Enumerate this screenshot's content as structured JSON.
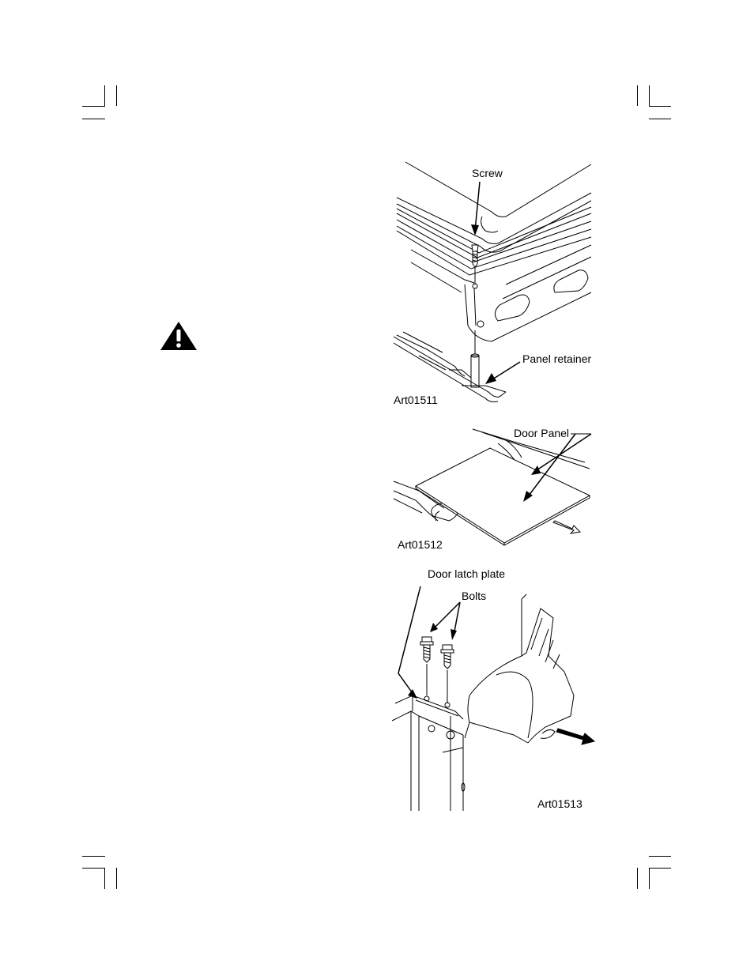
{
  "figures": {
    "fig1": {
      "screw_label": "Screw",
      "retainer_label": "Panel retainer",
      "art_id": "Art01511"
    },
    "fig2": {
      "door_panel_label": "Door Panel",
      "art_id": "Art01512"
    },
    "fig3": {
      "latch_label": "Door latch plate",
      "bolts_label": "Bolts",
      "art_id": "Art01513"
    }
  },
  "icons": {
    "warning": "warning-triangle-icon"
  }
}
